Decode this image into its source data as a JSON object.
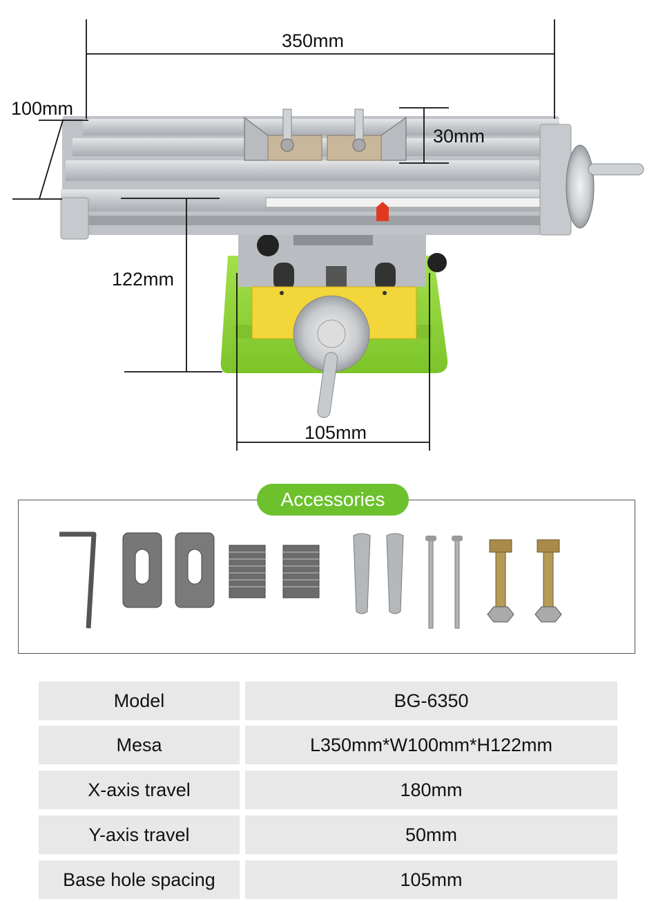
{
  "dimensions": {
    "length": "350mm",
    "width": "100mm",
    "jaw_height": "30mm",
    "height": "122mm",
    "base_hole_spacing": "105mm"
  },
  "accessories": {
    "title": "Accessories",
    "items": [
      "hex-key",
      "clamp-plate",
      "clamp-plate",
      "serrated-jaw",
      "serrated-jaw",
      "taper-pin",
      "taper-pin",
      "rod",
      "rod",
      "bolt-with-nut",
      "bolt-with-nut"
    ]
  },
  "specs": [
    {
      "key": "Model",
      "value": "BG-6350"
    },
    {
      "key": "Mesa",
      "value": "L350mm*W100mm*H122mm"
    },
    {
      "key": "X-axis travel",
      "value": "180mm"
    },
    {
      "key": "Y-axis travel",
      "value": "50mm"
    },
    {
      "key": "Base hole spacing",
      "value": "105mm"
    }
  ],
  "colors": {
    "accent_green": "#6cc12d",
    "base_green": "#8fd136",
    "carriage_yellow": "#f2d63a",
    "table_silver": "#c9ccd0"
  }
}
